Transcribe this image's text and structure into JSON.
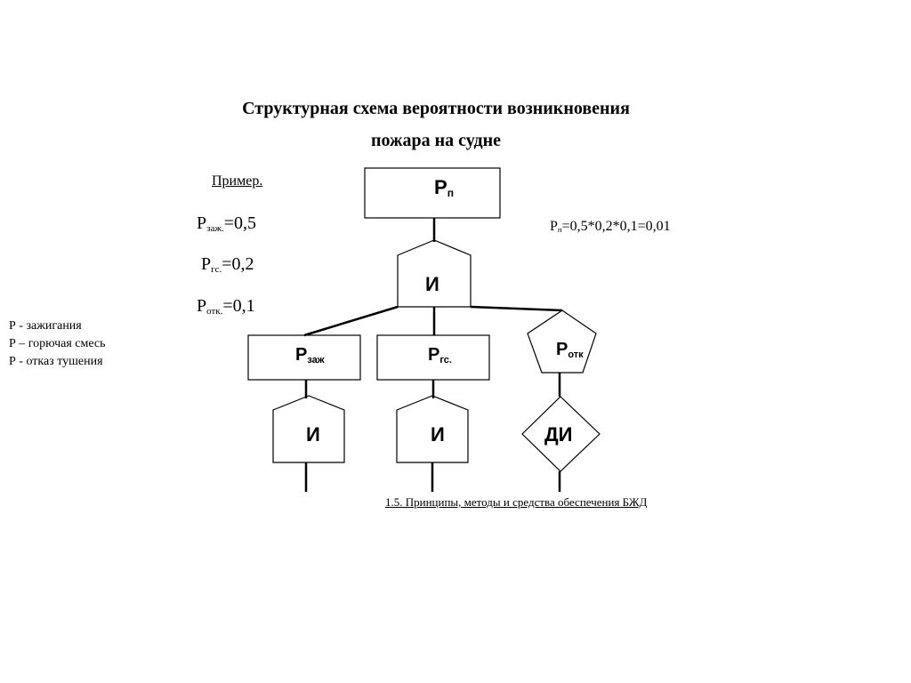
{
  "title": {
    "line1": "Структурная схема вероятности возникновения",
    "line2": "пожара на судне"
  },
  "example": {
    "heading": "Пример.",
    "p_zazh": {
      "sym": "P",
      "sub": "заж.",
      "val": "=0,5"
    },
    "p_gs": {
      "sym": "P",
      "sub": "гс.",
      "val": "=0,2"
    },
    "p_otk": {
      "sym": "P",
      "sub": "отк.",
      "val": "=0,1"
    }
  },
  "legend": [
    "Р - зажигания",
    "Р – горючая смесь",
    "Р - отказ тушения"
  ],
  "formula": {
    "sym": "Р",
    "sub": "п",
    "val": "=0,5*0,2*0,1=0,01"
  },
  "nodes": {
    "top": {
      "sym": "Р",
      "sub": "п"
    },
    "and_main": "И",
    "p_zazh": {
      "sym": "Р",
      "sub": "заж"
    },
    "p_gs": {
      "sym": "Р",
      "sub": "гс."
    },
    "p_otk": {
      "sym": "Р",
      "sub": "отк"
    },
    "and_left": "И",
    "and_mid": "И",
    "or_right": "ДИ"
  },
  "footer": "1.5. Принципы, методы и средства обеспечения БЖД"
}
